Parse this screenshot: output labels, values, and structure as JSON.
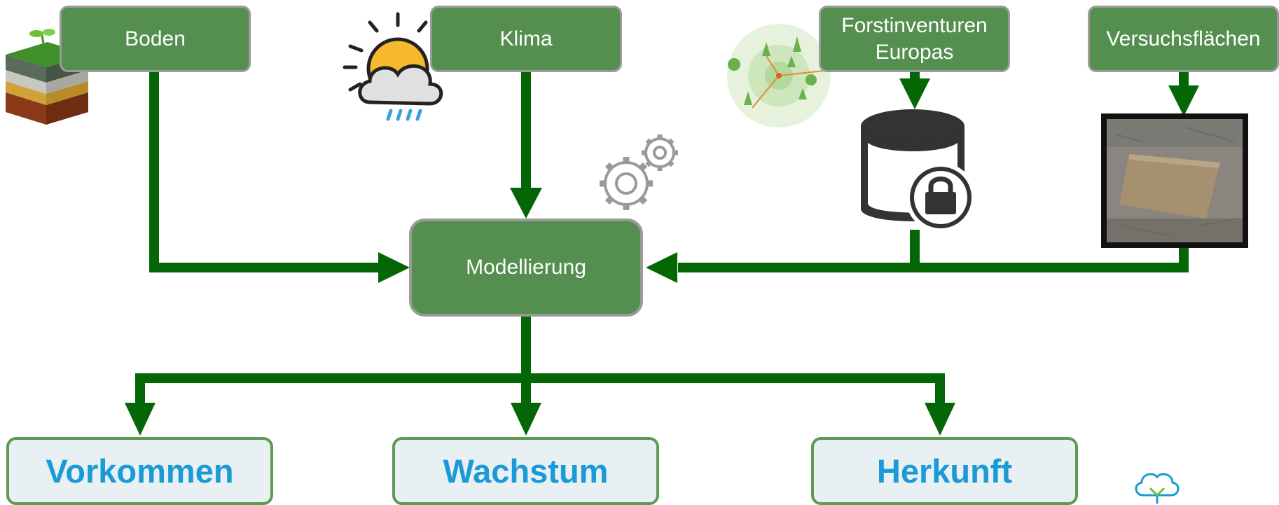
{
  "sources": {
    "boden": "Boden",
    "klima": "Klima",
    "forst_line1": "Forstinventuren",
    "forst_line2": "Europas",
    "versuch": "Versuchsflächen"
  },
  "center": {
    "label": "Modellierung"
  },
  "outputs": {
    "vorkommen": "Vorkommen",
    "wachstum": "Wachstum",
    "herkunft": "Herkunft"
  },
  "colors": {
    "arrow": "#056605",
    "box_fill": "#548f4f",
    "box_border": "#9a9a9a",
    "output_text": "#1a9ad6",
    "output_fill": "#e8f0f3"
  },
  "icons": [
    "soil-layers-icon",
    "sun-rain-cloud-icon",
    "gears-icon",
    "forest-plot-icon",
    "locked-database-icon",
    "aerial-photo",
    "tree-outline-icon"
  ]
}
